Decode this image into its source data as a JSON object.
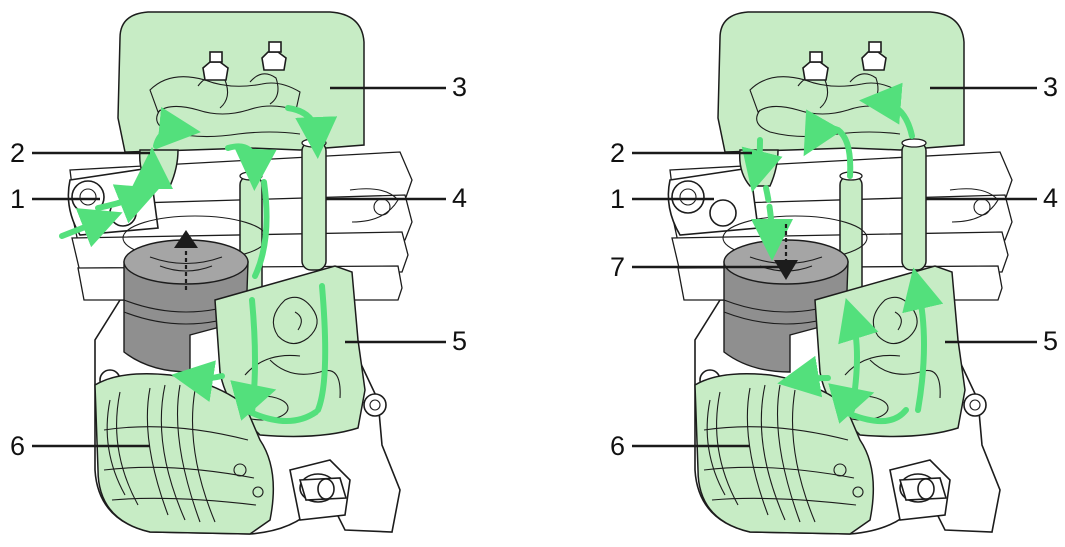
{
  "colors": {
    "flow_arrow": "#53e07c",
    "green_region": "#c7ecc5",
    "piston": "#8f8f8f",
    "line": "#1c1c1c"
  },
  "icons": {
    "piston_up_arrow": "dashed-up-arrow",
    "piston_down_arrow": "dashed-down-arrow"
  },
  "diagrams": [
    {
      "id": "left",
      "callouts": [
        {
          "label": "1"
        },
        {
          "label": "2"
        },
        {
          "label": "3"
        },
        {
          "label": "4"
        },
        {
          "label": "5"
        },
        {
          "label": "6"
        }
      ]
    },
    {
      "id": "right",
      "callouts": [
        {
          "label": "1"
        },
        {
          "label": "2"
        },
        {
          "label": "3"
        },
        {
          "label": "4"
        },
        {
          "label": "5"
        },
        {
          "label": "6"
        },
        {
          "label": "7"
        }
      ]
    }
  ]
}
